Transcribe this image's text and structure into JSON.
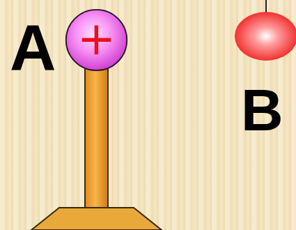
{
  "diagram": {
    "nodes": [
      {
        "text": [
          "+"
        ]
      }
    ],
    "labels": [
      "A",
      "B"
    ]
  }
}
